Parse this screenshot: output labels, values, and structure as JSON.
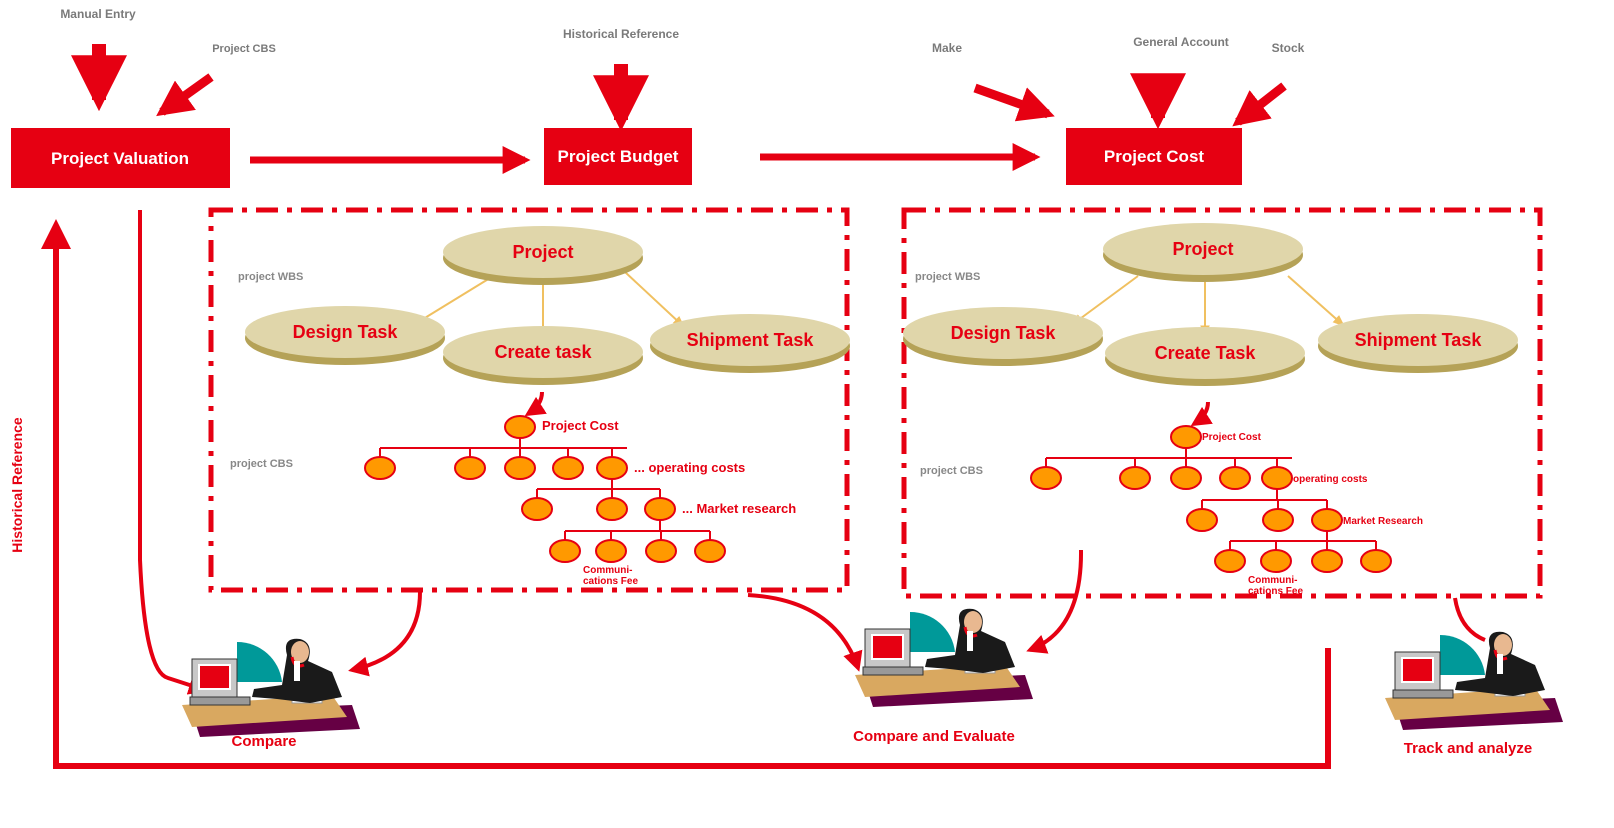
{
  "colors": {
    "accent": "#e60012",
    "ellipse": "#e0d6aa",
    "node": "#ff9900",
    "monitor_teal": "#009999"
  },
  "sources": {
    "manual_entry": "Manual Entry",
    "project_cbs": "Project CBS",
    "historical_reference": "Historical Reference",
    "make": "Make",
    "general_account": "General Account",
    "stock": "Stock"
  },
  "boxes": {
    "valuation": "Project Valuation",
    "budget": "Project Budget",
    "cost": "Project Cost"
  },
  "left": {
    "wbs_label": "project WBS",
    "cbs_label": "project CBS",
    "project": "Project",
    "design": "Design Task",
    "create": "Create task",
    "shipment": "Shipment Task",
    "cost_node": "Project Cost",
    "operating": "... operating costs",
    "market": "... Market research",
    "comm1": "Communi-",
    "comm2": "cations Fee"
  },
  "right": {
    "wbs_label": "project WBS",
    "cbs_label": "project CBS",
    "project": "Project",
    "design": "Design Task",
    "create": "Create Task",
    "shipment": "Shipment Task",
    "cost_node": "Project Cost",
    "operating": "operating costs",
    "market": "Market Research",
    "comm1": "Communi-",
    "comm2": "cations Fee"
  },
  "side_label": "Historical Reference",
  "captions": {
    "compare": "Compare",
    "compare_evaluate": "Compare and Evaluate",
    "track": "Track and analyze"
  },
  "icons": [
    "arrow-down-icon",
    "arrow-right-icon",
    "person-at-computer-icon"
  ]
}
